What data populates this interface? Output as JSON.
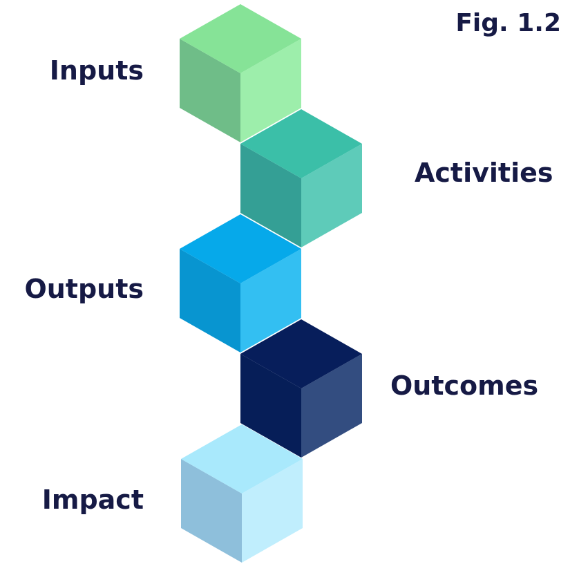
{
  "figure_label": "Fig. 1.2",
  "steps": [
    {
      "label": "Inputs",
      "side": "left",
      "colors": {
        "top": "#86e397",
        "left": "#6fbd88",
        "right": "#9deeab"
      }
    },
    {
      "label": "Activities",
      "side": "right",
      "colors": {
        "top": "#3bbfa8",
        "left": "#349f95",
        "right": "#5ecbb9"
      }
    },
    {
      "label": "Outputs",
      "side": "left",
      "colors": {
        "top": "#06a9ea",
        "left": "#0895d0",
        "right": "#33bff2"
      }
    },
    {
      "label": "Outcomes",
      "side": "right",
      "colors": {
        "top": "#071e5b",
        "left": "#061e58",
        "right": "#334d80"
      }
    },
    {
      "label": "Impact",
      "side": "left",
      "colors": {
        "top": "#a9e9fc",
        "left": "#8ebfdb",
        "right": "#c0eefd"
      }
    }
  ]
}
